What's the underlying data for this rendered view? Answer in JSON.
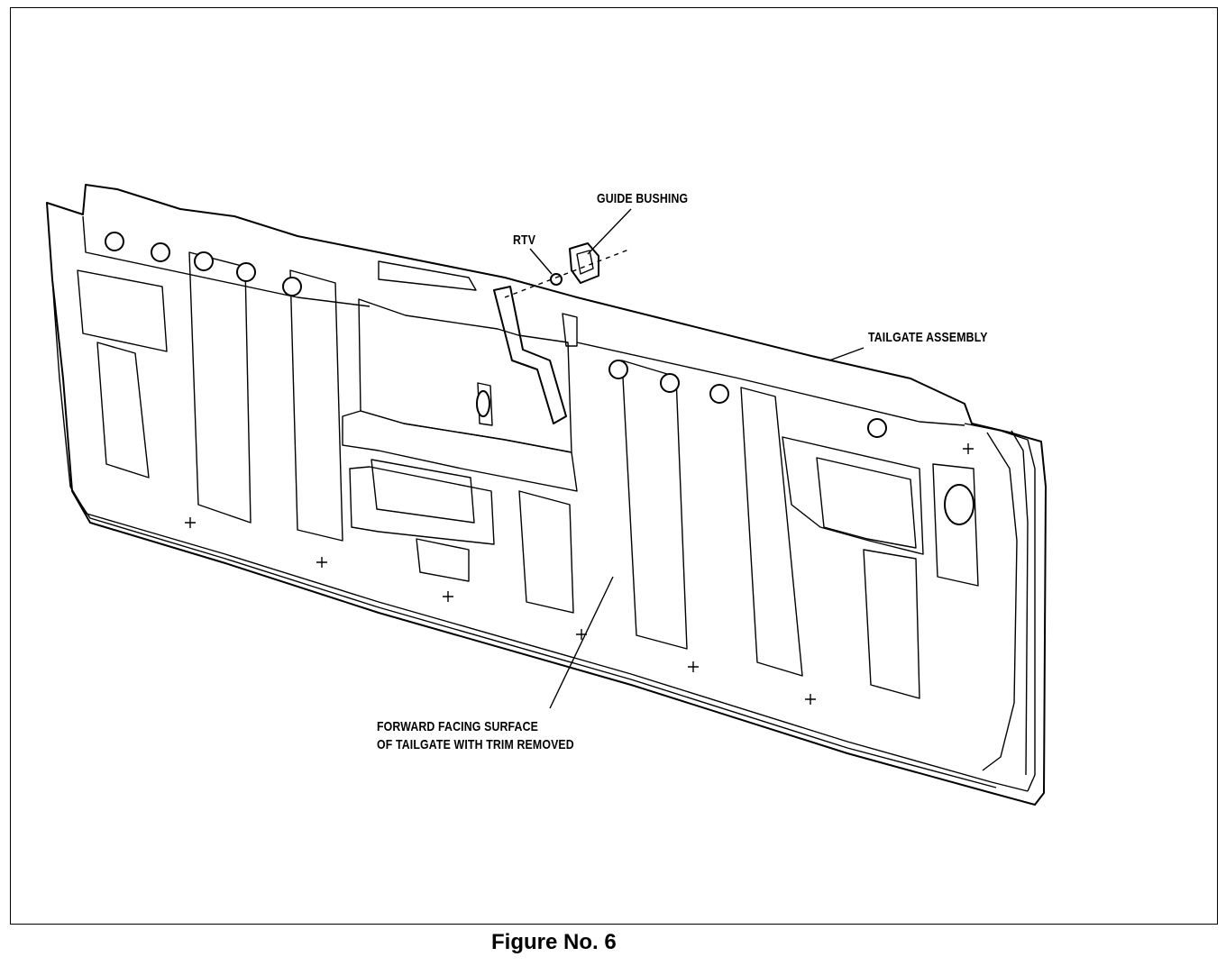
{
  "figure": {
    "caption": "Figure No. 6"
  },
  "labels": {
    "guide_bushing": "GUIDE BUSHING",
    "rtv": "RTV",
    "tailgate_assembly": "TAILGATE ASSEMBLY",
    "forward_surface_line1": "FORWARD FACING SURFACE",
    "forward_surface_line2": "OF TAILGATE WITH TRIM REMOVED"
  }
}
